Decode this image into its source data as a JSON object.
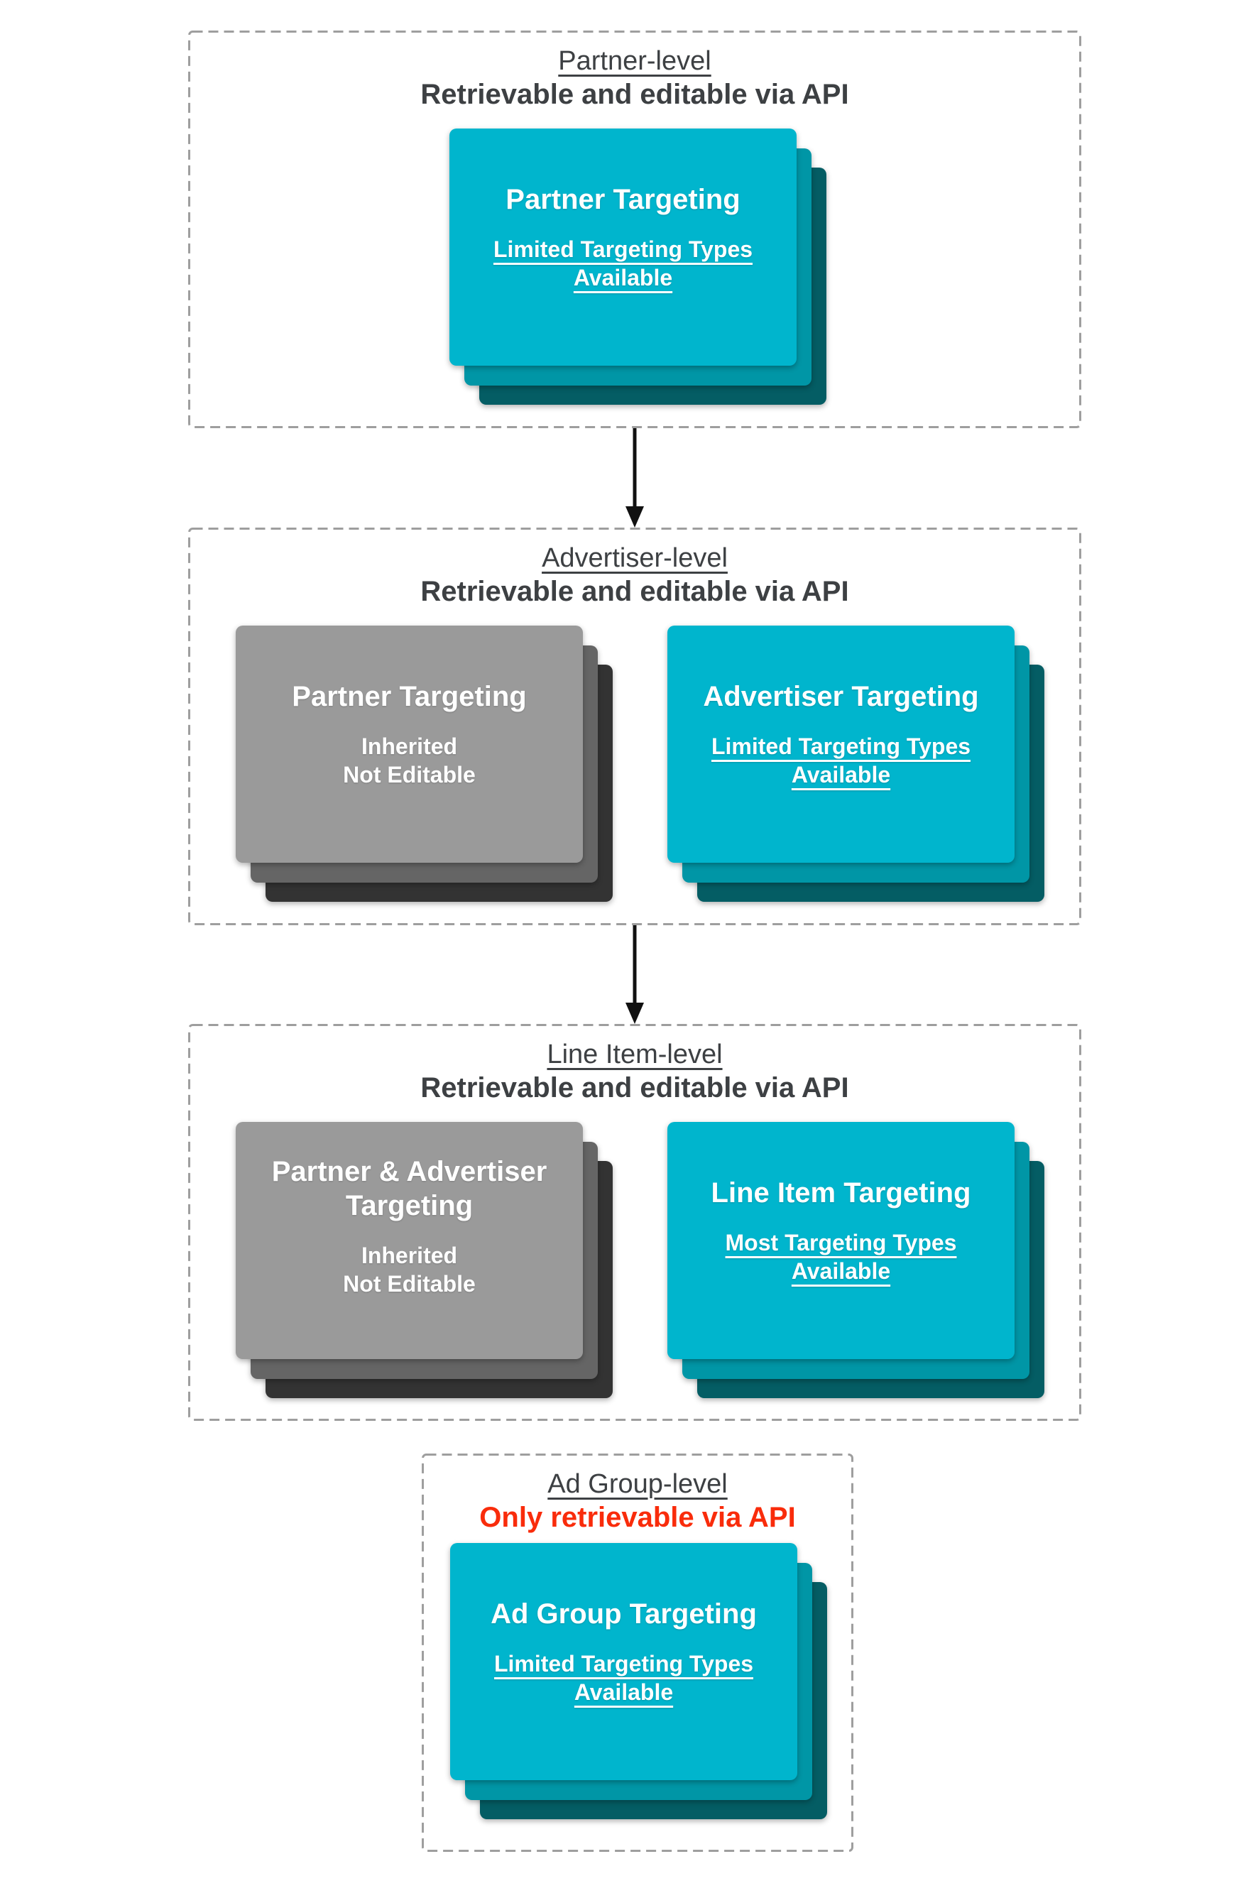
{
  "colors": {
    "cyan_front": "#00b5cd",
    "cyan_mid": "#0096a6",
    "cyan_back": "#045d64",
    "gray_front": "#9a9a9a",
    "gray_mid": "#656565",
    "gray_back": "#333333",
    "dashed_border": "#9e9e9e",
    "title_text": "#3d4043",
    "red_subtitle": "#f92c0b",
    "card_text": "#ffffff",
    "arrow": "#111111"
  },
  "sections": [
    {
      "title": "Partner-level",
      "subtitle": "Retrievable and editable via API",
      "stacks": [
        {
          "variant": "cyan",
          "heading": "Partner Targeting",
          "body_line1": "Limited Targeting Types",
          "body_line2": "Available",
          "body_underlined": true
        }
      ]
    },
    {
      "title": "Advertiser-level",
      "subtitle": "Retrievable and editable via API",
      "stacks": [
        {
          "variant": "gray",
          "heading": "Partner Targeting",
          "body_line1": "Inherited",
          "body_line2": "Not Editable",
          "body_underlined": false
        },
        {
          "variant": "cyan",
          "heading": "Advertiser Targeting",
          "body_line1": "Limited Targeting Types",
          "body_line2": "Available",
          "body_underlined": true
        }
      ]
    },
    {
      "title": "Line Item-level",
      "subtitle": "Retrievable and editable via API",
      "stacks": [
        {
          "variant": "gray",
          "heading": "Partner & Advertiser Targeting",
          "body_line1": "Inherited",
          "body_line2": "Not Editable",
          "body_underlined": false
        },
        {
          "variant": "cyan",
          "heading": "Line Item Targeting",
          "body_line1": "Most Targeting Types",
          "body_line2": "Available",
          "body_underlined": true
        }
      ]
    },
    {
      "title": "Ad Group-level",
      "subtitle": "Only retrievable via API",
      "stacks": [
        {
          "variant": "cyan",
          "heading": "Ad Group Targeting",
          "body_line1": "Limited Targeting Types",
          "body_line2": "Available",
          "body_underlined": true
        }
      ]
    }
  ]
}
